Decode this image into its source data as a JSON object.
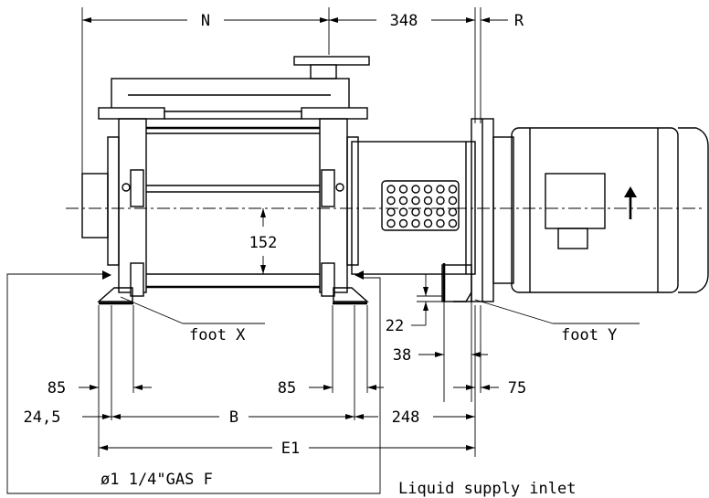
{
  "dimensions": {
    "n": "N",
    "d348": "348",
    "r": "R",
    "d152": "152",
    "d22": "22",
    "d38": "38",
    "d85_left": "85",
    "d85_mid": "85",
    "d75": "75",
    "d24_5": "24,5",
    "b": "B",
    "d248": "248",
    "e1": "E1"
  },
  "labels": {
    "foot_x": "foot X",
    "foot_y": "foot Y",
    "gas_connection": "ø1 1/4\"GAS F",
    "liquid_supply_inlet": "Liquid supply inlet"
  }
}
